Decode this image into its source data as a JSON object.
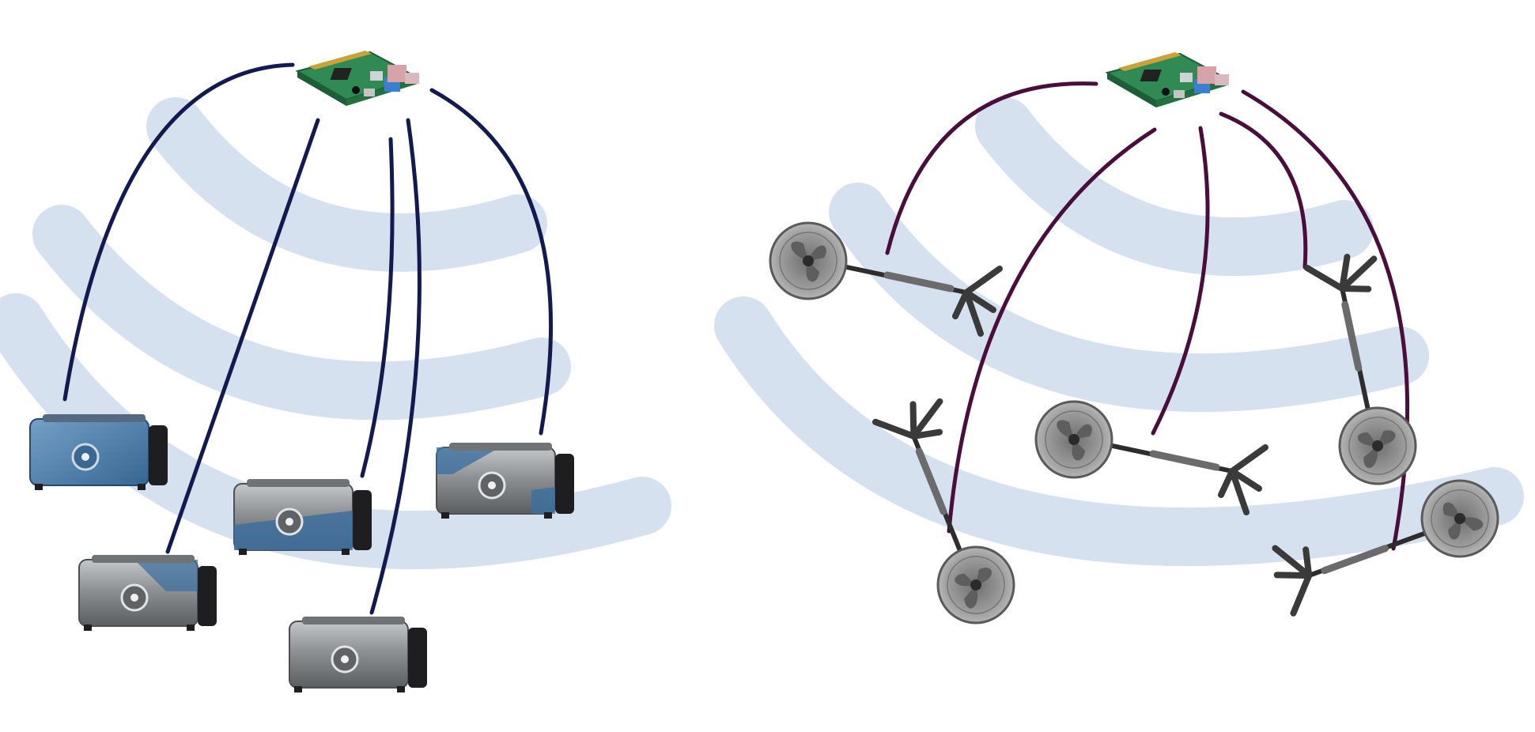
{
  "colors": {
    "background": "#ffffff",
    "wifi_arc": "#d6e1ef",
    "link_left": "#121a4f",
    "link_right": "#4a0e3c",
    "toaster_body": "#8f9294",
    "toaster_body_dark": "#5d6062",
    "toaster_tint": "#3d6f9e",
    "toaster_end": "#1d1d1f",
    "pcb_green": "#2f8a53",
    "fan_grey": "#8a8a8a",
    "fan_dark": "#3d3d3d"
  },
  "diagrams": [
    {
      "name": "left-network",
      "hub_icon": "raspberry-pi-icon",
      "device_icon": "toaster-icon",
      "link_color_key": "link_left",
      "device_count": 5
    },
    {
      "name": "right-network",
      "hub_icon": "raspberry-pi-icon",
      "device_icon": "standing-fan-icon",
      "link_color_key": "link_right",
      "device_count": 5
    }
  ]
}
